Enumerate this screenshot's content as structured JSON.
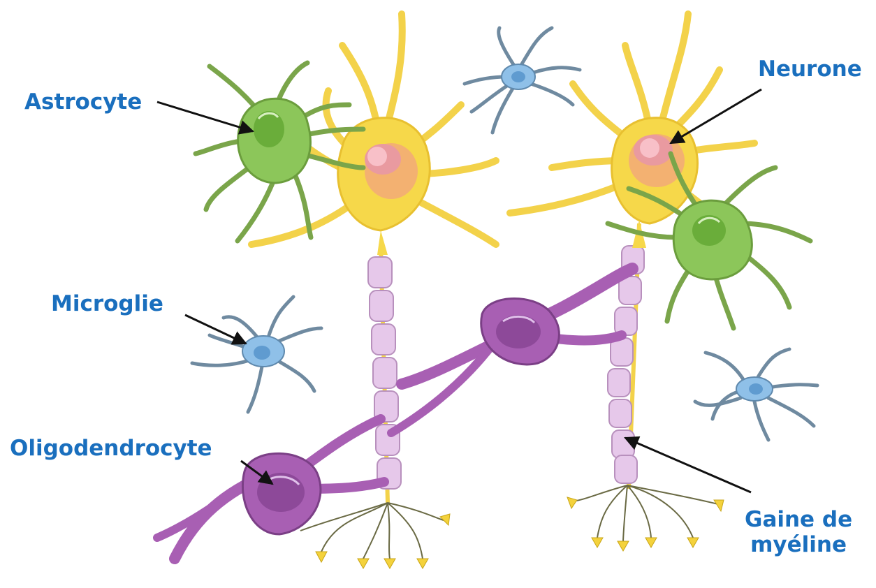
{
  "labels": {
    "astrocyte": "Astrocyte",
    "neurone": "Neurone",
    "microglie": "Microglie",
    "oligodendrocyte": "Oligodendrocyte",
    "gaine_line1": "Gaine de",
    "gaine_line2": "myéline"
  },
  "colors": {
    "label_text": "#1a6fbe",
    "arrow": "#111111",
    "neuron_fill": "#f6d84a",
    "neuron_nucleus": "#f0a0a8",
    "astrocyte_fill": "#8cc65a",
    "microglia_fill": "#8fc0e8",
    "oligodendrocyte_fill": "#a85fb3",
    "myelin_fill": "#e6c8ea",
    "terminal_fill": "#f4d23c"
  }
}
